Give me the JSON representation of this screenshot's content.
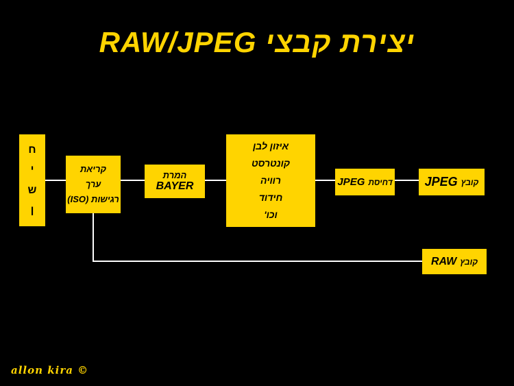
{
  "title": "יצירת קבצי RAW/JPEG",
  "credit": "allon kira ©",
  "colors": {
    "background": "#000000",
    "box_fill": "#FFD400",
    "title_text": "#FFD400",
    "connector_line": "#FFFFFF"
  },
  "boxes": {
    "sensor": {
      "chars": [
        "ח",
        "י",
        "ש",
        "ן"
      ]
    },
    "iso_read": {
      "lines": [
        "קריאת",
        "ערך",
        "רגישות (ISO)"
      ]
    },
    "bayer_convert": {
      "lines": [
        "המרת",
        "BAYER"
      ]
    },
    "processing": {
      "lines": [
        "איזון לבן",
        "קונטרסט",
        "רוויה",
        "חידוד",
        "וכו'"
      ]
    },
    "jpeg_compression": {
      "he": "דחיסת",
      "en": "JPEG"
    },
    "jpeg_file": {
      "he": "קובץ",
      "en": "JPEG"
    },
    "raw_file": {
      "he": "קובץ",
      "en": "RAW"
    }
  }
}
